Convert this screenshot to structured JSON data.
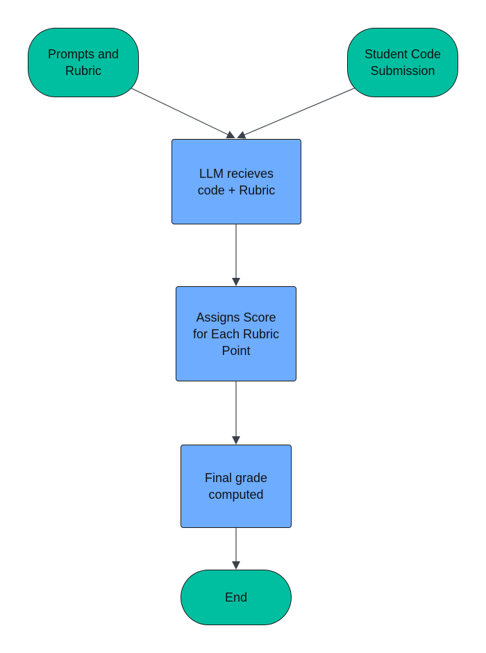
{
  "colors": {
    "terminal_fill": "#00BFA0",
    "process_fill": "#6DACFF",
    "edge": "#3C424A",
    "border": "#1A1A1A"
  },
  "nodes": {
    "prompts": {
      "label": "Prompts and\nRubric",
      "shape": "terminal"
    },
    "submission": {
      "label": "Student Code\nSubmission",
      "shape": "terminal"
    },
    "llm": {
      "label": "LLM recieves\ncode + Rubric",
      "shape": "process"
    },
    "assign": {
      "label": "Assigns Score\nfor Each Rubric\nPoint",
      "shape": "process"
    },
    "final": {
      "label": "Final grade\ncomputed",
      "shape": "process"
    },
    "end": {
      "label": "End",
      "shape": "terminal"
    }
  },
  "edges": [
    {
      "from": "prompts",
      "to": "llm"
    },
    {
      "from": "submission",
      "to": "llm"
    },
    {
      "from": "llm",
      "to": "assign"
    },
    {
      "from": "assign",
      "to": "final"
    },
    {
      "from": "final",
      "to": "end"
    }
  ]
}
